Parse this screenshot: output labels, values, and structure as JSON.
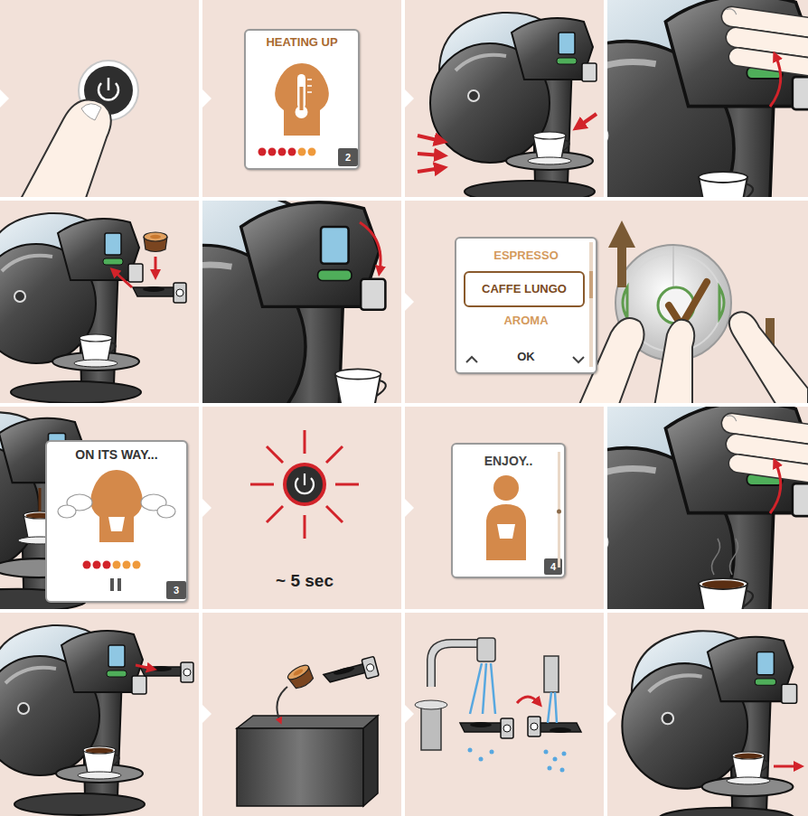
{
  "diagram": {
    "nodes": [
      {
        "text": [
          "HEATING UP"
        ]
      },
      {
        "text": [
          "2"
        ],
        "in": 0
      },
      {
        "text": [
          "ESPRESSO",
          "AROMA",
          "OK"
        ]
      },
      {
        "text": [
          "CAFFE LUNGO"
        ],
        "in": 2
      },
      {
        "text": [
          "ON ITS WAY..."
        ]
      },
      {
        "text": [
          "3"
        ],
        "in": 4
      },
      {
        "text": [
          "ENJOY.."
        ]
      },
      {
        "text": [
          "4"
        ],
        "in": 6
      }
    ],
    "labels": [
      "~ 5 sec"
    ]
  }
}
